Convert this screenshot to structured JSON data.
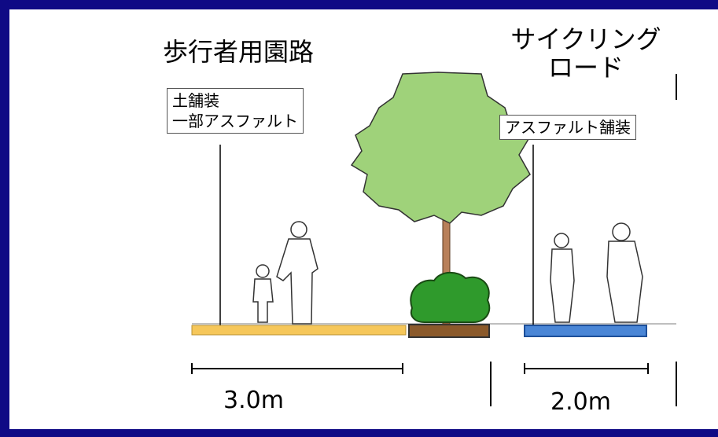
{
  "titles": {
    "walkway": "歩行者用園路",
    "cycling_line1": "サイクリング",
    "cycling_line2": "ロード"
  },
  "labels": {
    "walkway_line1": "土舗装",
    "walkway_line2": "一部アスファルト",
    "cycling": "アスファルト舗装"
  },
  "dimensions": {
    "walkway": "3.0m",
    "cycling": "2.0m"
  },
  "colors": {
    "background": "#0f0a85",
    "walkway_surface": "#f6c75a",
    "cycling_surface": "#4a86d6",
    "planter": "#8b5a2b",
    "tree_foliage": "#9fd27a",
    "shrub": "#2f9a2c"
  }
}
